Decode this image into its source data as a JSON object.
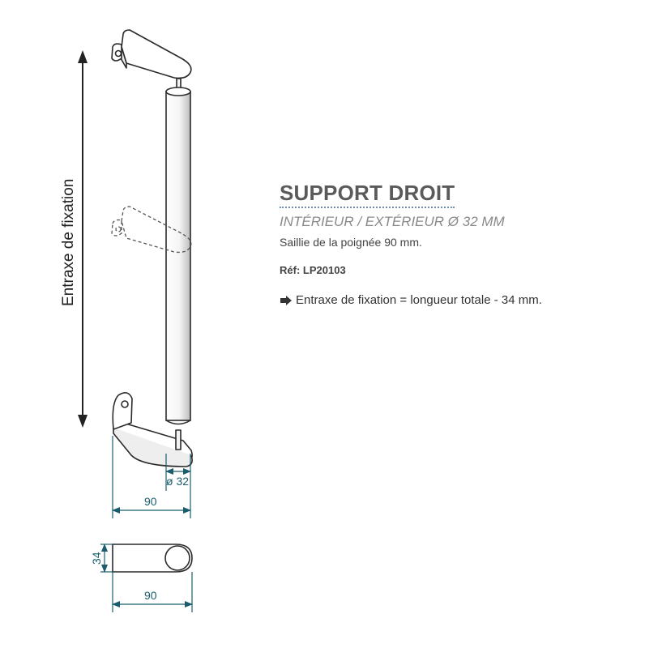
{
  "product": {
    "title": "SUPPORT DROIT",
    "subtitle": "INTÉRIEUR / EXTÉRIEUR Ø 32 MM",
    "description": "Saillie de la poignée 90 mm.",
    "ref_label": "Réf:",
    "ref_value": "LP20103",
    "note": "Entraxe de fixation = longueur totale - 34 mm.",
    "note_icon": "right-arrow-icon"
  },
  "drawing": {
    "vertical_label": "Entraxe de fixation",
    "dim_diameter": "ø 32",
    "dim_width_side": "90",
    "dim_height_top": "34",
    "dim_width_top": "90"
  },
  "colors": {
    "dimension": "#1a5d6c",
    "title": "#5a5a5a",
    "subtitle": "#8a8a8a",
    "outline": "#2a2a2a"
  }
}
